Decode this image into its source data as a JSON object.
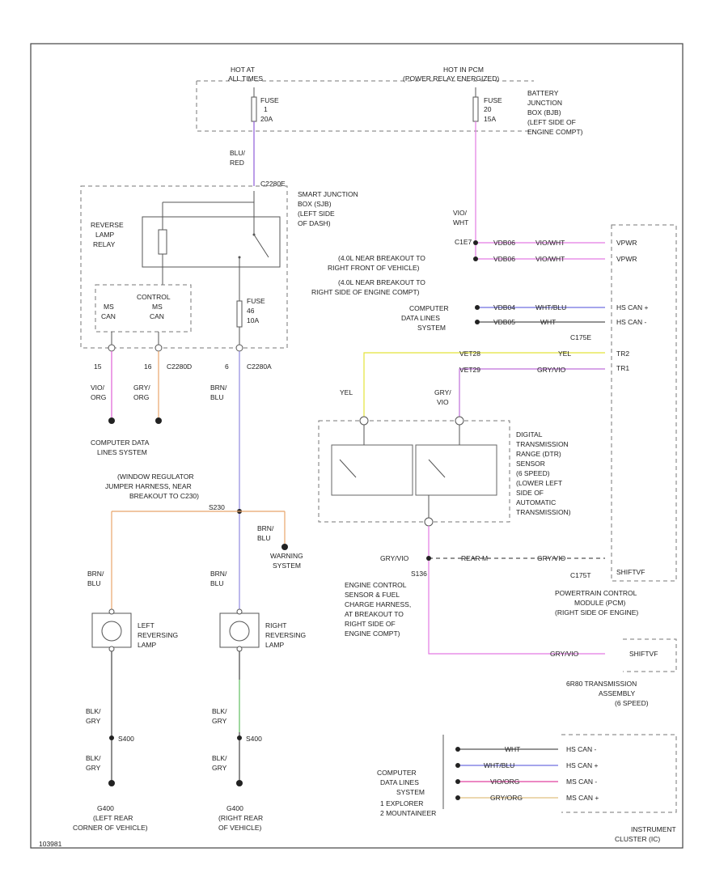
{
  "labels": {
    "hot_at_all_times": [
      "HOT AT",
      "ALL TIMES"
    ],
    "hot_in_pcm": [
      "HOT IN PCM",
      "(POWER RELAY ENERGIZED)"
    ],
    "fuse1": [
      "FUSE",
      "1",
      "20A"
    ],
    "fuse2": [
      "FUSE",
      "20",
      "15A"
    ],
    "battery_jb": [
      "BATTERY",
      "JUNCTION",
      "BOX (BJB)",
      "(LEFT SIDE OF",
      "ENGINE COMPT)"
    ],
    "wire_blu_red": [
      "BLU/",
      "RED"
    ],
    "c2280e": "C2280E",
    "sjb": [
      "SMART JUNCTION",
      "BOX (SJB)",
      "(LEFT SIDE",
      "OF DASH)"
    ],
    "reverse_relay": [
      "REVERSE",
      "LAMP",
      "RELAY"
    ],
    "control_ms_can": [
      "CONTROL",
      "MS",
      "CAN"
    ],
    "ms_can": [
      "MS",
      "CAN"
    ],
    "fuse3": [
      "FUSE",
      "46",
      "10A"
    ],
    "pin15": "15",
    "pin16": "16",
    "pin6": "6",
    "c2280d": "C2280D",
    "c2280a": "C2280A",
    "wire_vio_org": [
      "VIO/",
      "ORG"
    ],
    "wire_gry_org": [
      "GRY/",
      "ORG"
    ],
    "wire_brn_blu_1": [
      "BRN/",
      "BLU"
    ],
    "computer_data_lines_1": [
      "COMPUTER DATA",
      "LINES SYSTEM"
    ],
    "wire_vio_wht": [
      "VIO/",
      "WHT"
    ],
    "c1e7": "C1E7",
    "breakout_right_front": [
      "(4.0L NEAR BREAKOUT TO",
      "RIGHT FRONT OF VEHICLE)"
    ],
    "breakout_right_side": [
      "(4.0L NEAR BREAKOUT TO",
      "RIGHT SIDE OF ENGINE COMPT)"
    ],
    "computer_data_lines_2": [
      "COMPUTER",
      "DATA LINES",
      "SYSTEM"
    ],
    "wire_codes_top": [
      "VDB06",
      "VDB06",
      "VDB04",
      "VDB05"
    ],
    "wire_colors_top": [
      "VIO/WHT",
      "VIO/WHT",
      "WHT/BLU",
      "WHT"
    ],
    "pcm_pins": [
      "VPWR",
      "VPWR",
      "HS CAN +",
      "HS CAN -"
    ],
    "c175e": "C175E",
    "wire_yel_tr2": [
      "VET28",
      "YEL"
    ],
    "wire_tr1": [
      "VET29",
      "GRY/VIO"
    ],
    "pcm_tr": [
      "TR2",
      "TR1"
    ],
    "wire_yel": "YEL",
    "wire_gry_vio": [
      "GRY/",
      "VIO"
    ],
    "dtr_sensor": [
      "DIGITAL",
      "TRANSMISSION",
      "RANGE (DTR)",
      "SENSOR",
      "(6 SPEED)",
      "(LOWER LEFT",
      "SIDE OF",
      "AUTOMATIC",
      "TRANSMISSION)"
    ],
    "jumper_harness": [
      "(WINDOW REGULATOR",
      "JUMPER HARNESS, NEAR",
      "BREAKOUT TO C230)"
    ],
    "s230": "S230",
    "wire_brn_blu_2": [
      "BRN/",
      "BLU"
    ],
    "warning_system": [
      "WARNING",
      "SYSTEM"
    ],
    "wire_gry_vio_2": "GRY/VIO",
    "rear_m": "REAR M",
    "s136": "S136",
    "engine_control": [
      "ENGINE CONTROL",
      "SENSOR & FUEL",
      "CHARGE HARNESS,",
      "AT BREAKOUT TO",
      "RIGHT SIDE OF",
      "ENGINE COMPT)"
    ],
    "pcm": [
      "POWERTRAIN CONTROL",
      "MODULE (PCM)",
      "(RIGHT SIDE OF ENGINE)"
    ],
    "c175t": "C175T",
    "shiftvf": "SHIFTVF",
    "wire_brn_blu_l": [
      "BRN/",
      "BLU"
    ],
    "wire_brn_blu_r": [
      "BRN/",
      "BLU"
    ],
    "left_lamp": [
      "LEFT",
      "REVERSING",
      "LAMP"
    ],
    "right_lamp": [
      "RIGHT",
      "REVERSING",
      "LAMP"
    ],
    "wire_blk_gry": [
      "BLK/",
      "GRY"
    ],
    "s400": "S400",
    "g400_left": [
      "G400",
      "(LEFT REAR",
      "CORNER OF VEHICLE)"
    ],
    "g400_right": [
      "G400",
      "(RIGHT REAR",
      "OF VEHICLE)"
    ],
    "trans_assembly": [
      "6R80 TRANSMISSION",
      "ASSEMBLY",
      "(6 SPEED)"
    ],
    "computer_data_lines_3": [
      "COMPUTER",
      "DATA LINES",
      "SYSTEM"
    ],
    "notes": [
      "1  EXPLORER",
      "2  MOUNTAINEER"
    ],
    "ic_wires": [
      "WHT",
      "WHT/BLU",
      "VIO/ORG",
      "GRY/ORG"
    ],
    "ic_pins": [
      "HS CAN -",
      "HS CAN +",
      "MS CAN -",
      "MS CAN +"
    ],
    "instrument_cluster": [
      "INSTRUMENT",
      "CLUSTER (IC)"
    ],
    "drawing_code": "103981"
  },
  "colors": {
    "blu_red": "#8e5cd9",
    "vio_wht": "#e37ae3",
    "vio_org": "#de5fd6",
    "gry_org": "#e8a56a",
    "brn_blu": "#8f88e0",
    "yel": "#e3e33a",
    "gry_vio": "#bf6fd9",
    "wht_blu": "#6f6fe0",
    "vio_org_ic": "#e0409f",
    "gry_org_ic": "#e0c080",
    "blk_gry": "#444444",
    "green": "#5fbf5f",
    "wire_default": "#555555"
  }
}
